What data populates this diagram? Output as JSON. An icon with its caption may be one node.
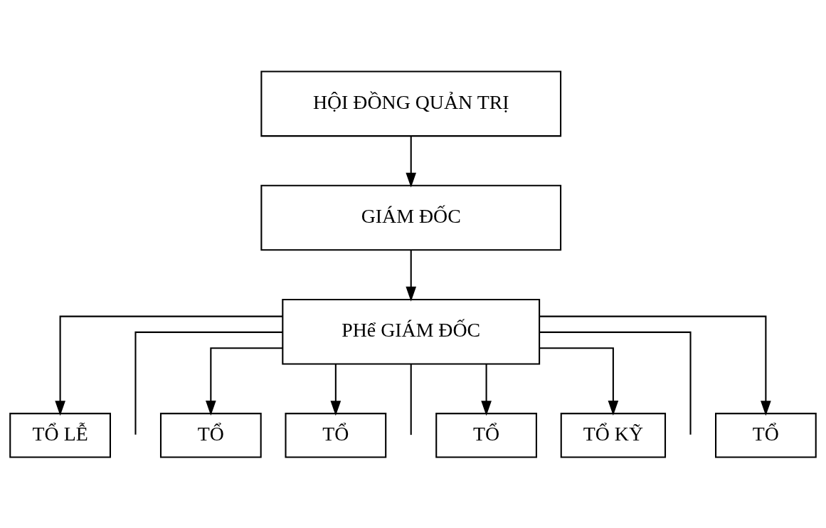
{
  "diagram": {
    "nodes": [
      {
        "text": [
          "HỘI ĐỒNG QUẢN TRỊ"
        ]
      },
      {
        "text": [
          "GIÁM ĐỐC"
        ]
      },
      {
        "text": [
          "PHể GIÁM ĐỐC"
        ]
      },
      {
        "text": [
          "TỔ LỄ"
        ]
      },
      {
        "text": [
          "TỔ"
        ]
      },
      {
        "text": [
          "TỔ"
        ]
      },
      {
        "text": [
          "TỔ"
        ]
      },
      {
        "text": [
          "TỔ KỸ"
        ]
      },
      {
        "text": [
          "TỔ"
        ]
      }
    ],
    "edges": [
      {
        "from": 0,
        "to": 1,
        "arrow": "to"
      },
      {
        "from": 1,
        "to": 2,
        "arrow": "to"
      },
      {
        "from": 2,
        "to": 3,
        "arrow": "to"
      },
      {
        "from": 2,
        "to": null,
        "arrow": "none"
      },
      {
        "from": 2,
        "to": 4,
        "arrow": "to"
      },
      {
        "from": 2,
        "to": 5,
        "arrow": "to"
      },
      {
        "from": 2,
        "to": null,
        "arrow": "none"
      },
      {
        "from": 2,
        "to": 6,
        "arrow": "to"
      },
      {
        "from": 2,
        "to": 7,
        "arrow": "to"
      },
      {
        "from": 2,
        "to": null,
        "arrow": "none"
      },
      {
        "from": 2,
        "to": 8,
        "arrow": "to"
      }
    ]
  }
}
